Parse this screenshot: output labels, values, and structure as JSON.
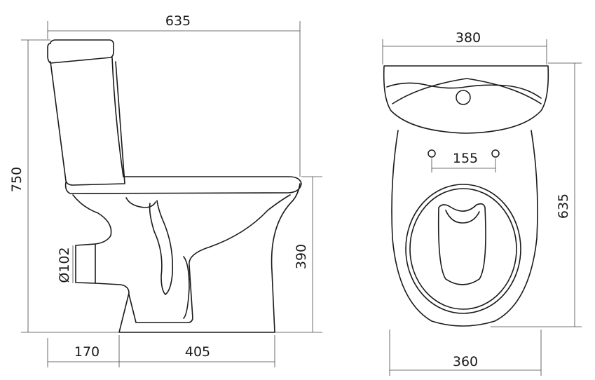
{
  "side_view": {
    "overall_width": "635",
    "overall_height": "750",
    "seat_height": "390",
    "outlet_diameter": "Ø102",
    "outlet_offset": "170",
    "base_length": "405"
  },
  "top_view": {
    "tank_width": "380",
    "mounting_hole_spacing": "155",
    "bowl_length": "635",
    "bowl_width": "360"
  }
}
